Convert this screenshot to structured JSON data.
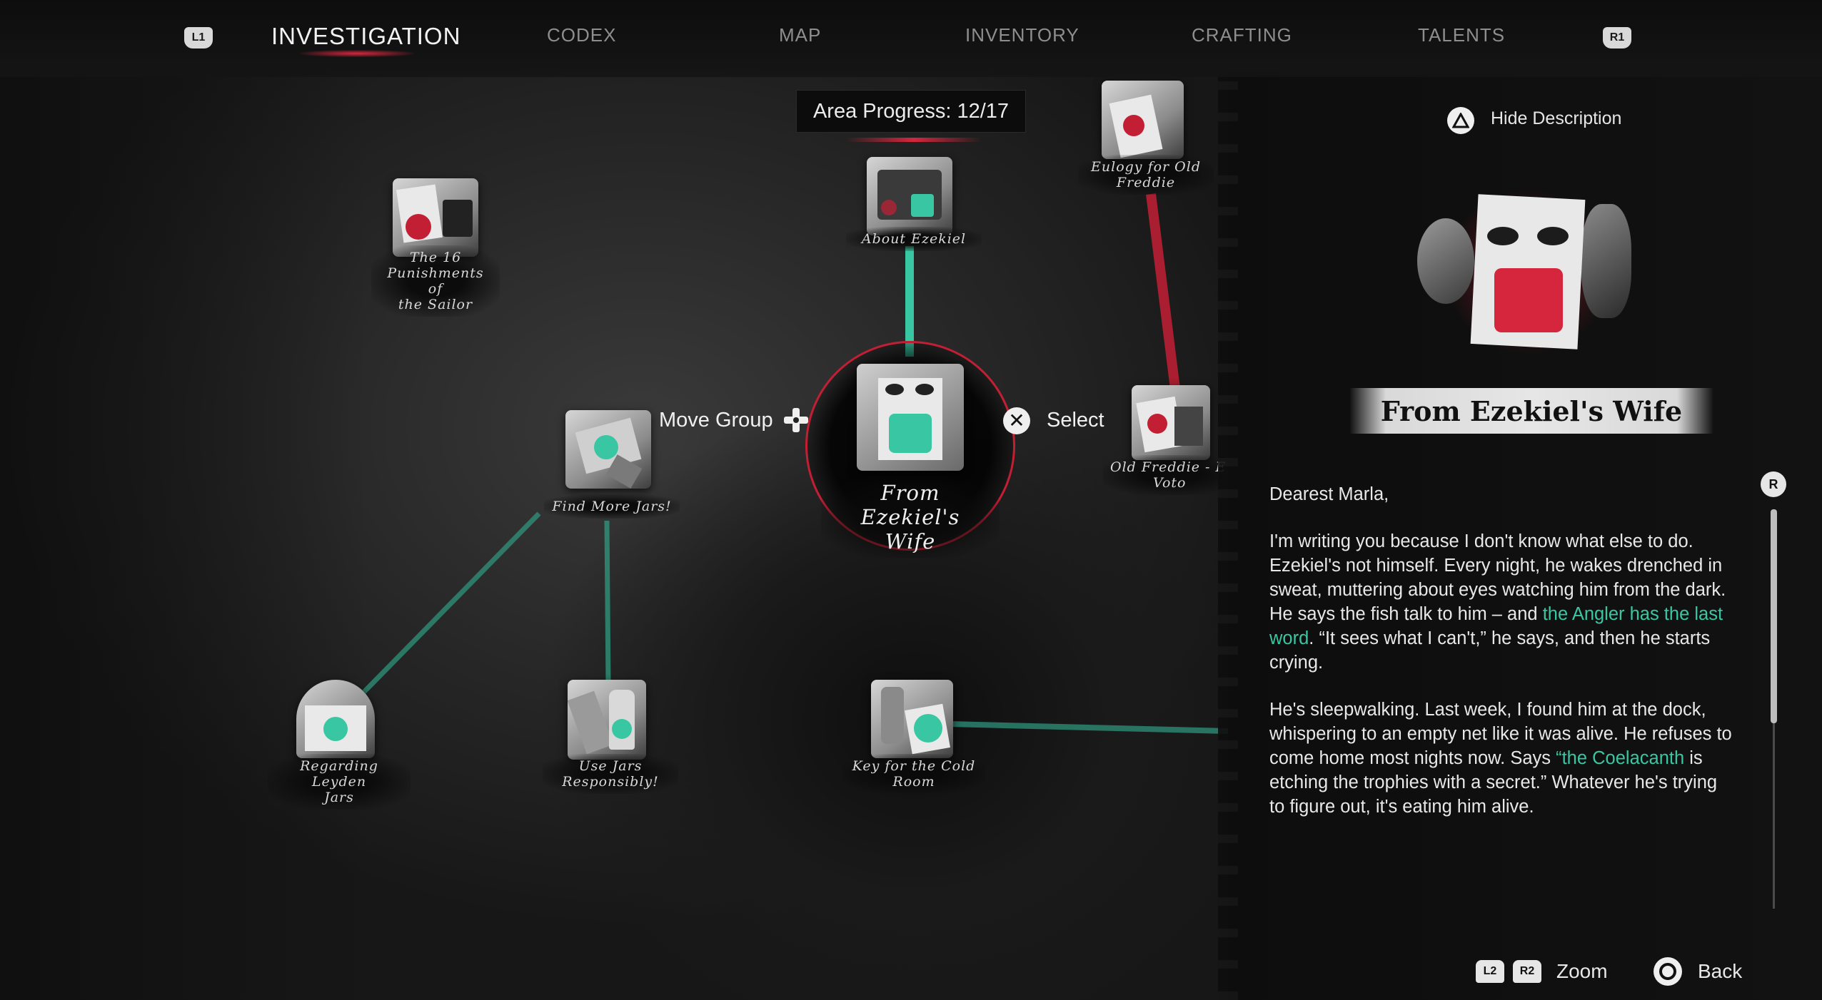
{
  "nav": {
    "left_bumper": "L1",
    "right_bumper": "R1",
    "tabs": [
      {
        "label": "INVESTIGATION",
        "active": true
      },
      {
        "label": "CODEX"
      },
      {
        "label": "MAP"
      },
      {
        "label": "INVENTORY"
      },
      {
        "label": "CRAFTING"
      },
      {
        "label": "TALENTS"
      }
    ]
  },
  "board": {
    "area_progress": "Area Progress:  12/17",
    "nodes": [
      {
        "label_lines": [
          "The 16",
          "Punishments of",
          "the Sailor"
        ],
        "icon": "punishments-icon"
      },
      {
        "label_lines": [
          "About Ezekiel"
        ],
        "icon": "ezekiel-icon"
      },
      {
        "label_lines": [
          "Eulogy for Old",
          "Freddie"
        ],
        "icon": "eulogy-icon"
      },
      {
        "label_lines": [
          "Find More Jars!"
        ],
        "icon": "jars-icon"
      },
      {
        "label_lines": [
          "From Ezekiel's",
          "Wife"
        ],
        "icon": "letter-icon",
        "selected": true
      },
      {
        "label_lines": [
          "Old Freddie - E",
          "Voto"
        ],
        "icon": "freddie-icon"
      },
      {
        "label_lines": [
          "Regarding Leyden",
          "Jars"
        ],
        "icon": "leyden-icon"
      },
      {
        "label_lines": [
          "Use Jars",
          "Responsibly!"
        ],
        "icon": "use-jars-icon"
      },
      {
        "label_lines": [
          "Key for the Cold",
          "Room"
        ],
        "icon": "key-icon"
      }
    ],
    "move_group_label": "Move Group",
    "select_label": "Select"
  },
  "colors": {
    "accent_red": "#d6263d",
    "accent_teal": "#39c7a3",
    "background": "#141414"
  },
  "detail": {
    "hide_description_label": "Hide Description",
    "title": "From Ezekiel's Wife",
    "scroll_button": "R",
    "greeting": "Dearest Marla,",
    "para1": {
      "part1": "I'm writing you because I don't know what else to do. Ezekiel's not himself. Every night, he wakes drenched in sweat, muttering about eyes watching him from the dark. He says the fish talk to him – and ",
      "highlight": "the Angler has the last word",
      "part2": ". “It sees what I can't,” he says, and then he starts crying."
    },
    "para2": {
      "part1": "He's sleepwalking. Last week, I found him at the dock, whispering to an empty net like it was alive. He refuses to come home most nights now. Says ",
      "highlight": "“the Coelacanth",
      "part2": " is etching the trophies with a secret.” Whatever he's trying to figure out, it's eating him alive."
    }
  },
  "footer": {
    "l2": "L2",
    "r2": "R2",
    "zoom_label": "Zoom",
    "back_label": "Back"
  }
}
